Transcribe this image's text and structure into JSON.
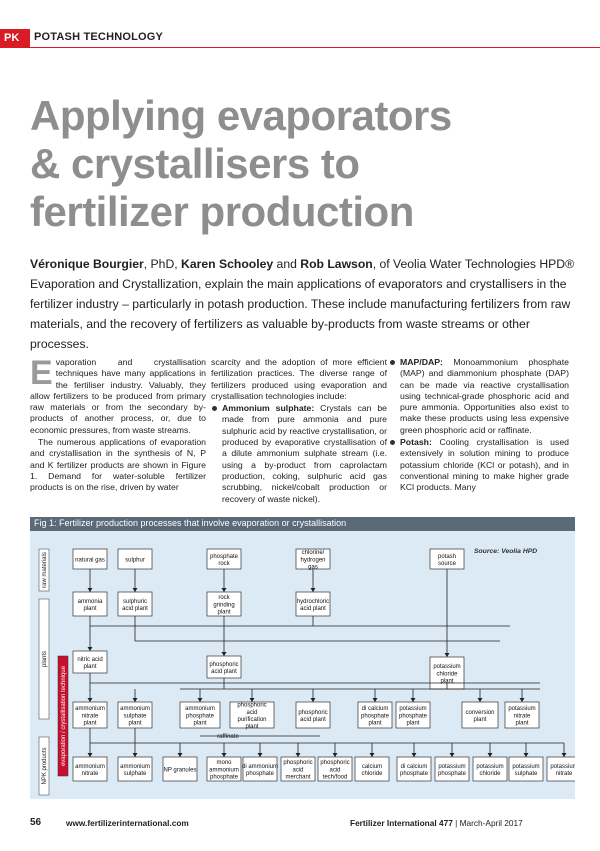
{
  "header": {
    "badge": "PK",
    "section": "POTASH TECHNOLOGY"
  },
  "headline": [
    "Applying evaporators",
    "& crystallisers to",
    "fertilizer production"
  ],
  "standfirst": {
    "author1": "Véronique Bourgier",
    "sep1": ", PhD, ",
    "author2": "Karen Schooley",
    "sep2": " and ",
    "author3": "Rob Lawson",
    "rest": ", of Veolia Water Technologies HPD® Evaporation and Crystallization, explain the main applications of evaporators and crystallisers in the fertilizer industry – particularly in potash production. These include manufacturing fertilizers from raw materials, and the recovery of fertilizers as valuable by-products from waste streams or other processes."
  },
  "body": {
    "dropcap": "E",
    "p1": "vaporation and crystallisation techniques have many applications in the fertiliser industry. Valuably, they allow fertilizers to be produced from primary raw materials or from the secondary by-products of another process, or, due to economic pressures, from waste streams.",
    "p2": "The numerous applications of evaporation and crystallisation in the synthesis of N, P and K fertilizer products are shown in Figure 1. Demand for water-soluble fertilizer products is on the rise, driven by water",
    "p3": "scarcity and the adoption of more efficient fertilization practices. The diverse range of fertilizers produced using evaporation and crystallisation technologies include:",
    "b1_head": "Ammonium sulphate:",
    "b1_text": " Crystals can be made from pure ammonia and pure sulphuric acid by reactive crystallisation, or produced by evaporative crystallisation of a dilute ammonium sulphate stream (i.e. using a by-product from caprolactam production, coking, sulphuric acid gas scrubbing, nickel/cobalt production or recovery of waste nickel).",
    "b2_head": "MAP/DAP:",
    "b2_text": " Monoammonium phosphate (MAP) and diammonium phosphate (DAP) can be made via reactive crystallisation using technical-grade phosphoric acid and pure ammonia. Opportunities also exist to make these products using less expensive green phosphoric acid or raffinate.",
    "b3_head": "Potash:",
    "b3_text": " Cooling crystallisation is used extensively in solution mining to produce potassium chloride (KCl or potash), and in conventional mining to make higher grade KCl products. Many"
  },
  "figure": {
    "title": "Fig 1: Fertilizer production processes that involve evaporation or crystallisation",
    "source": "Source: Veolia HPD",
    "side_labels": [
      "raw materials",
      "plants",
      "NPK products"
    ],
    "technique_label": "evaporation / crystallisation technique",
    "raw": [
      "natural gas",
      "sulphur",
      "phosphate rock",
      "chlorine/ hydrogen gas",
      "potash source"
    ],
    "plants1": [
      "ammonia plant",
      "sulphuric acid plant",
      "rock grinding plant",
      "hydrochloric acid plant"
    ],
    "plants2": [
      "nitric acid plant",
      "phosphoric acid plant",
      "potassium chloride plant"
    ],
    "tech": [
      "ammonium nitrate plant",
      "ammonium sulphate plant",
      "ammonium phosphate plant",
      "phosphoric acid purification plant",
      "phosphoric acid plant",
      "di calcium phosphate plant",
      "potassium phosphate plant",
      "conversion plant",
      "potassium nitrate plant"
    ],
    "raffinate": "raffinate",
    "products": [
      "ammonium nitrate",
      "ammonium sulphate",
      "NP granules",
      "mono ammonium phosphate",
      "di ammonium phosphate",
      "phosphoric acid merchant",
      "phosphoric acid tech/food",
      "calcium chloride",
      "di calcium phosphate",
      "potassium phosphate",
      "potassium chloride",
      "potassium sulphate",
      "potassium nitrate"
    ]
  },
  "footer": {
    "page": "56",
    "url": "www.fertilizerinternational.com",
    "magazine": "Fertilizer International 477",
    "issue": " | March-April 2017"
  },
  "colors": {
    "accent": "#d81b24",
    "headline": "#8e8e8e",
    "figure_bg": "#dbeaf5",
    "figure_bar": "#5a6a78"
  }
}
